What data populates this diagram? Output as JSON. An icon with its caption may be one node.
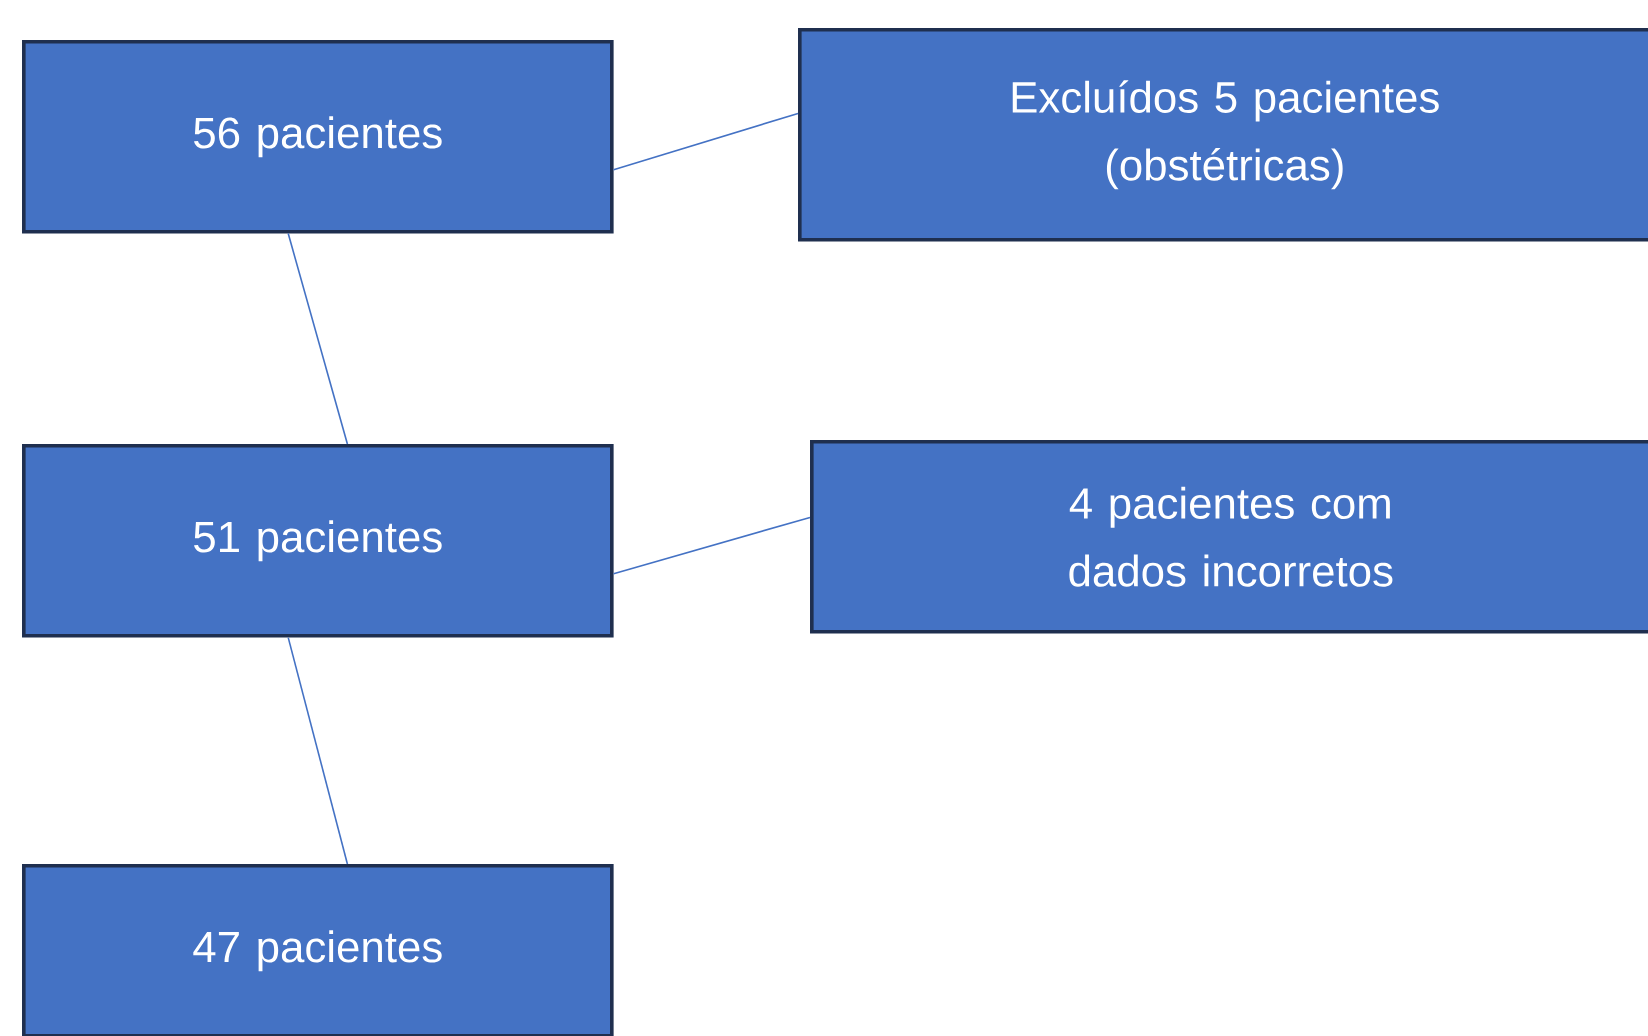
{
  "diagram": {
    "nodes": [
      {
        "text": [
          "56 pacientes"
        ]
      },
      {
        "text": [
          "Excluídos 5 pacientes (obstétricas)"
        ]
      },
      {
        "text": [
          "51 pacientes"
        ]
      },
      {
        "text": [
          "4 pacientes com dados incorretos"
        ]
      },
      {
        "text": [
          "47 pacientes"
        ]
      }
    ],
    "edges": [
      {
        "from": 0,
        "to": 1,
        "arrow": "none"
      },
      {
        "from": 0,
        "to": 2,
        "arrow": "none"
      },
      {
        "from": 2,
        "to": 3,
        "arrow": "none"
      },
      {
        "from": 2,
        "to": 4,
        "arrow": "none"
      }
    ]
  }
}
